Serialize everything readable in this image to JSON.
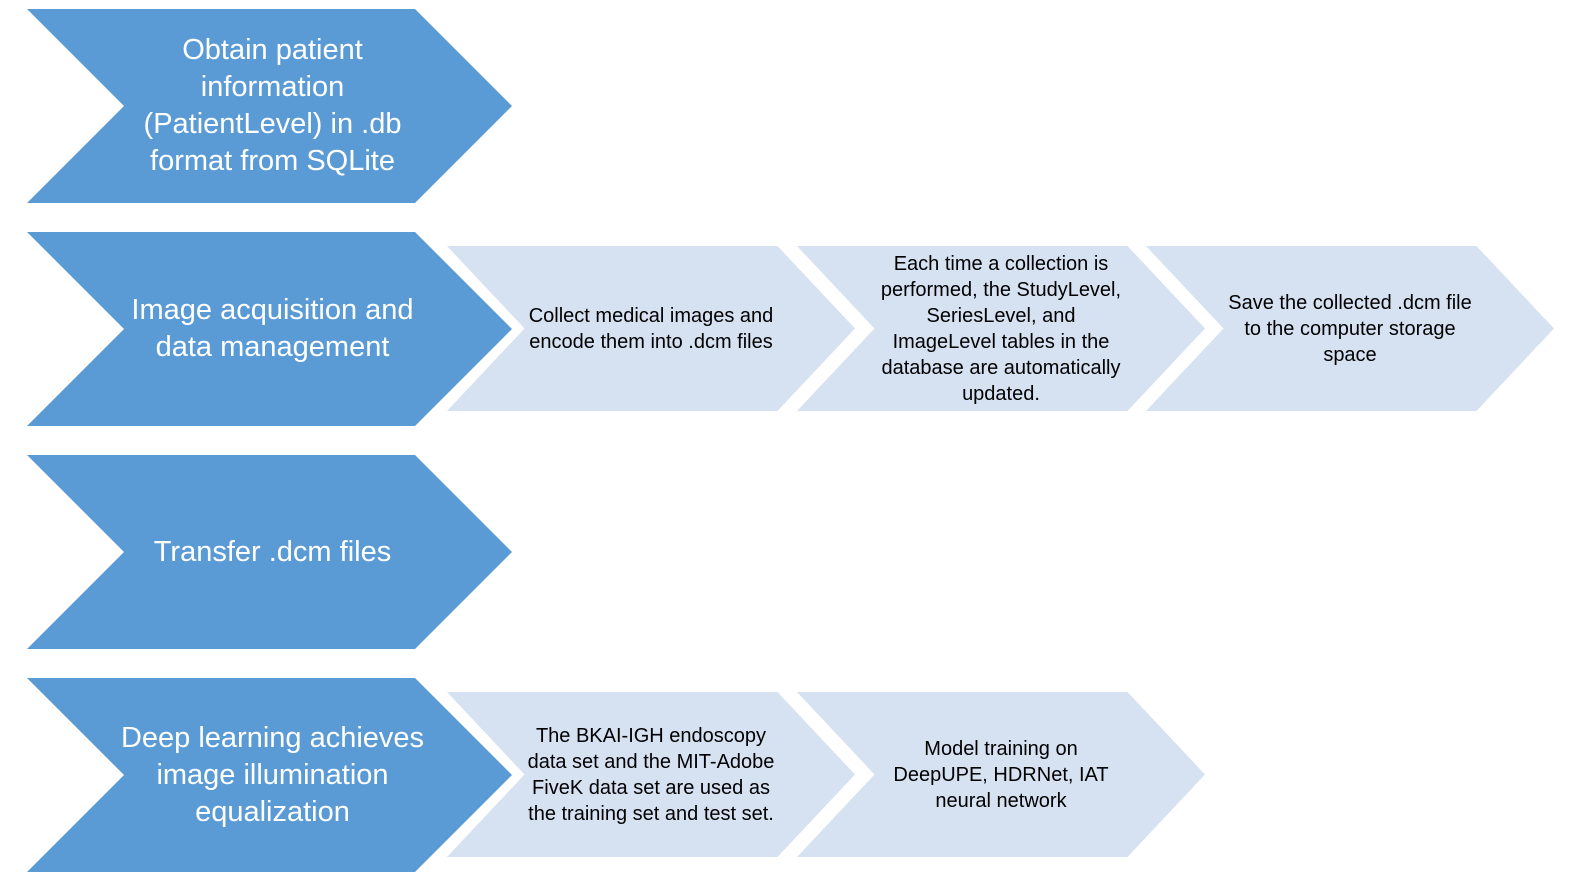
{
  "flow": {
    "stages": [
      {
        "title": "Obtain patient information (PatientLevel) in .db format from SQLite",
        "steps": []
      },
      {
        "title": "Image acquisition and data management",
        "steps": [
          "Collect medical images and encode them into .dcm files",
          "Each time a collection is performed, the StudyLevel, SeriesLevel, and ImageLevel tables in the database are automatically updated.",
          "Save the collected .dcm file to the computer storage space"
        ]
      },
      {
        "title": "Transfer .dcm files",
        "steps": []
      },
      {
        "title": "Deep learning achieves image illumination equalization",
        "steps": [
          "The BKAI-IGH endoscopy data set and the MIT-Adobe FiveK data set are used as the training set and test set.",
          "Model training on DeepUPE, HDRNet, IAT neural network"
        ]
      }
    ]
  },
  "colors": {
    "stage_fill": "#5b9bd5",
    "step_fill": "#d6e1f1",
    "stage_text": "#ffffff",
    "step_text": "#000000"
  }
}
